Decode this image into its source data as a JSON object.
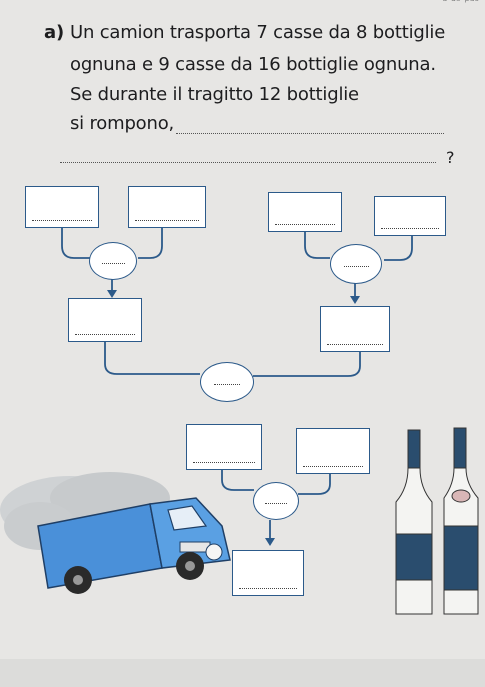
{
  "problem": {
    "label": "a)",
    "line1": "Un camion trasporta 7 casse da 8 bottiglie",
    "line2": "ognuna e 9 casse da 16 bottiglie ognuna.",
    "line3": "Se durante il tragitto 12 bottiglie",
    "line4": "si rompono,",
    "question_mark": "?"
  },
  "colors": {
    "box_border": "#2c5a8a",
    "truck_blue": "#4a90d9",
    "bottle_dark": "#2a4d6e",
    "bottle_light": "#f4f4f2"
  },
  "icons": [
    "truck-illustration",
    "bottles-illustration",
    "smoke-cloud"
  ]
}
